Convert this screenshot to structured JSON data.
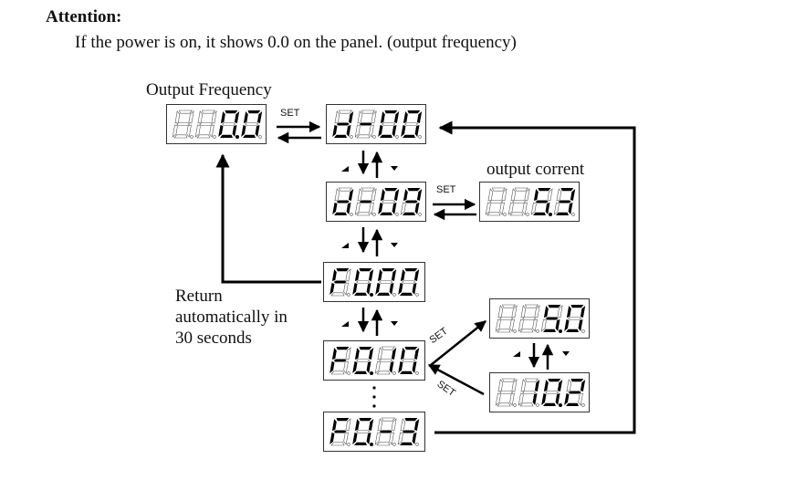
{
  "heading": "Attention:",
  "intro": "If the power is on, it shows 0.0 on the panel. (output frequency)",
  "labels": {
    "output_frequency": "Output Frequency",
    "output_current": "output corrent",
    "return_line1": "Return",
    "return_line2": "automatically in",
    "return_line3": "30 seconds",
    "set": "SET"
  },
  "displays": [
    {
      "id": "output-frequency-display",
      "digits": [
        " ",
        " ",
        "0",
        "0"
      ],
      "dots": [
        false,
        false,
        true,
        false
      ]
    },
    {
      "id": "d00-display",
      "digits": [
        "d",
        "-",
        "0",
        "0"
      ],
      "dots": [
        false,
        false,
        false,
        false
      ]
    },
    {
      "id": "d09-display",
      "digits": [
        "d",
        "-",
        "0",
        "9"
      ],
      "dots": [
        false,
        false,
        false,
        false
      ]
    },
    {
      "id": "output-current-display",
      "digits": [
        " ",
        " ",
        "5",
        "3"
      ],
      "dots": [
        false,
        false,
        true,
        false
      ]
    },
    {
      "id": "f000-display",
      "digits": [
        "F",
        "0",
        "0",
        "0"
      ],
      "dots": [
        false,
        true,
        false,
        false
      ]
    },
    {
      "id": "f010-display",
      "digits": [
        "F",
        "0",
        "1",
        "0"
      ],
      "dots": [
        false,
        true,
        false,
        false
      ]
    },
    {
      "id": "f0-3-display",
      "digits": [
        "F",
        "0",
        "-",
        "3"
      ],
      "dots": [
        false,
        true,
        false,
        false
      ]
    },
    {
      "id": "value-50-display",
      "digits": [
        " ",
        " ",
        "5",
        "0"
      ],
      "dots": [
        false,
        false,
        true,
        false
      ]
    },
    {
      "id": "value-102-display",
      "digits": [
        " ",
        "1",
        "0",
        "2"
      ],
      "dots": [
        false,
        false,
        true,
        false
      ]
    }
  ]
}
